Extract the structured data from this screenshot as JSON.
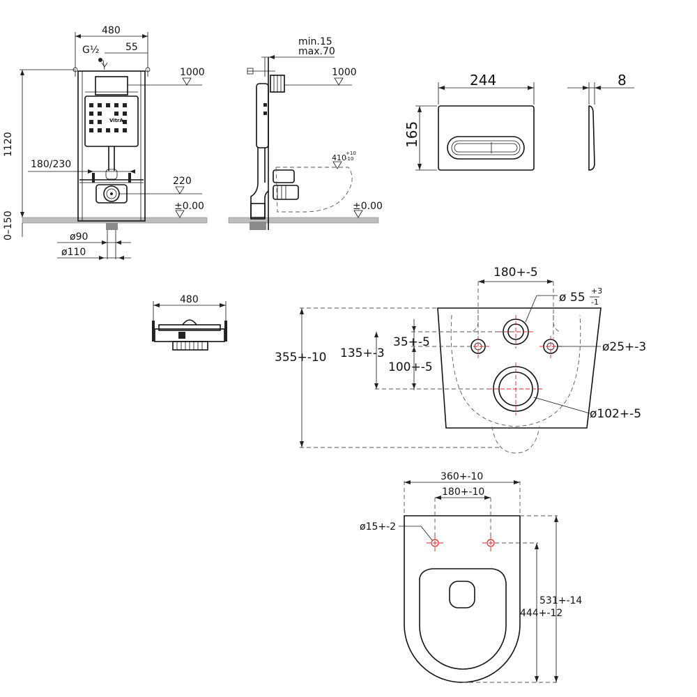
{
  "front_view": {
    "width": "480",
    "thread": "G½",
    "offset": "55",
    "height": "1120",
    "floor_adj": "0–150",
    "spacing": "180/230",
    "level_1000": "1000",
    "level_220": "220",
    "level_zero": "±0.00",
    "d90": "ø90",
    "d110": "ø110"
  },
  "side_view": {
    "min": "min.15",
    "max": "max.70",
    "level_1000": "1000",
    "level_410": "410",
    "level_410_sup": "+10",
    "level_410_sub": "-10",
    "level_zero": "±0.00"
  },
  "plate": {
    "width": "244",
    "height": "165",
    "depth": "8"
  },
  "top_view": {
    "width": "480"
  },
  "bowl_back": {
    "width": "180+-5",
    "d55": "55",
    "d55_sup": "+3",
    "d55_sub": "-1",
    "d55_prefix": "ø",
    "dim_35": "35+-5",
    "dim_135": "135+-3",
    "dim_100": "100+-5",
    "dim_355": "355+-10",
    "d25": "ø25+-3",
    "d102": "ø102+-5"
  },
  "bowl_top": {
    "width_360": "360+-10",
    "width_180": "180+-10",
    "d15": "ø15+-2",
    "len_531": "531+-14",
    "len_444": "444+-12"
  },
  "logo": "VitrA"
}
